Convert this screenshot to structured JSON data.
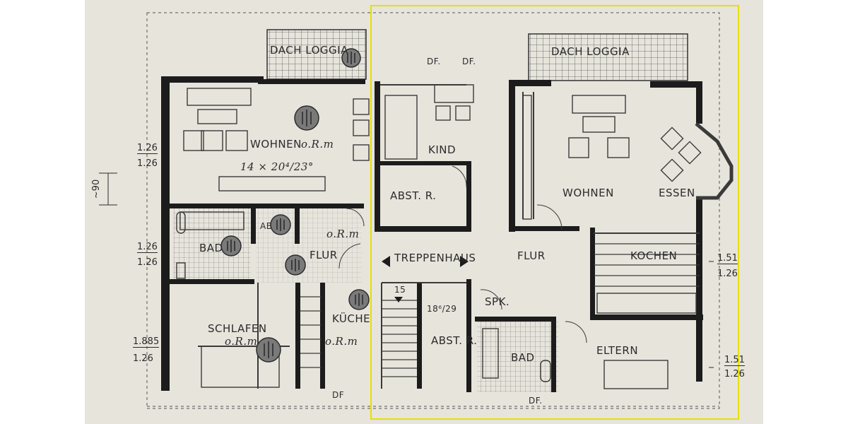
{
  "rooms": {
    "dachloggia_left": "DACH LOGGIA",
    "dachloggia_right": "DACH LOGGIA",
    "wohnen_left": "WOHNEN",
    "orm_left_wohnen": "o.R.m",
    "area_annotation": "14 × 20⁴/23°",
    "bad_left": "BAD",
    "ab": "AB",
    "flur_left": "FLUR",
    "orm_flur": "o.R.m",
    "schlafen": "SCHLAFEN",
    "orm_schlafen": "o.R.m",
    "kueche_left": "KÜCHE",
    "orm_kueche": "o.R.m",
    "df_bottom_left": "DF",
    "df_top_1": "DF.",
    "df_top_2": "DF.",
    "kind": "KIND",
    "abst_r_upper": "ABST. R.",
    "treppenhaus": "TREPPENHAUS",
    "stair_15": "15",
    "stair_18": "18⁶/29",
    "abst_r_lower": "ABST. R.",
    "flur_right": "FLUR",
    "spk": "SPK.",
    "bad_right": "BAD",
    "df_bottom_right": "DF.",
    "wohnen_right": "WOHNEN",
    "essen": "ESSEN",
    "kochen": "KOCHEN",
    "eltern": "ELTERN"
  },
  "dimensions": {
    "left_1_top": "1.26",
    "left_1_bottom": "1.26",
    "left_approx": "~90",
    "left_2_top": "1.26",
    "left_2_bottom": "1.26",
    "left_3_top": "1.885",
    "left_3_bottom": "1.26",
    "right_1_top": "1.51",
    "right_1_bottom": "1.26",
    "right_2_top": "1.51",
    "right_2_bottom": "1.26"
  },
  "colors": {
    "paper": "#e7e4dc",
    "wall": "#1c1c1c",
    "line": "#3a3a3a",
    "highlight": "#e6e000"
  }
}
